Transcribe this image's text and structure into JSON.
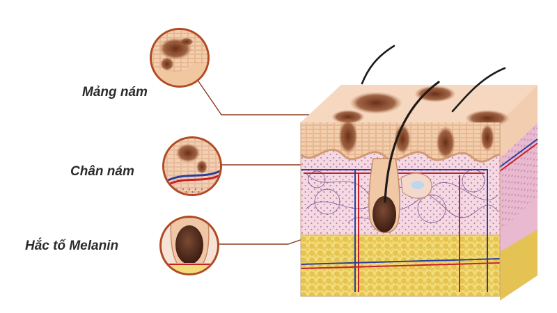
{
  "labels": {
    "melasma_patch": "Mảng nám",
    "melasma_root": "Chân nám",
    "melanin_pigment": "Hắc tố Melanin"
  },
  "colors": {
    "callout_ring": "#b04a22",
    "leader_line": "#8a3a1e",
    "pigment": "#5a2a18",
    "epidermis": "#f0c9a8",
    "dermis": "#f3d6e2",
    "fat": "#efd56a",
    "vein": "#2a3f9a",
    "artery": "#c8202a"
  }
}
